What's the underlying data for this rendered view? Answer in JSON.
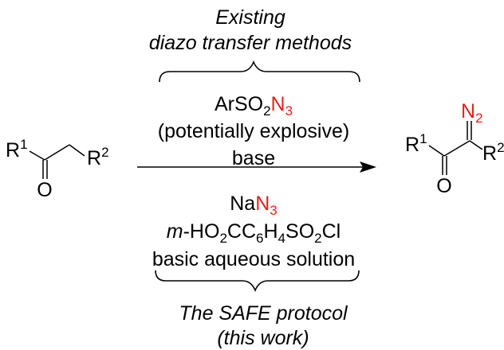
{
  "colors": {
    "ink": "#000000",
    "highlight": "#e8201c"
  },
  "top_label": {
    "line1": "Existing",
    "line2": "diazo transfer methods"
  },
  "existing_conditions": {
    "reagent": {
      "ar_so": "ArSO",
      "sub2": "2",
      "n": "N",
      "sub3": "3"
    },
    "note": "(potentially explosive)",
    "base": "base"
  },
  "safe_conditions": {
    "azide": {
      "na": "Na",
      "n": "N",
      "sub3": "3"
    },
    "sulfonyl": {
      "m": "m",
      "dash_ho": "-HO",
      "s2a": "2",
      "cc": "CC",
      "s6": "6",
      "h": "H",
      "s4": "4",
      "so": "SO",
      "s2b": "2",
      "cl": "Cl"
    },
    "solvent": "basic aqueous solution"
  },
  "bottom_label": {
    "line1": "The SAFE protocol",
    "line2": "(this work)"
  },
  "starting_material": {
    "r1": "R",
    "r1_sup": "1",
    "r2": "R",
    "r2_sup": "2",
    "o": "O"
  },
  "product": {
    "r1": "R",
    "r1_sup": "1",
    "r2": "R",
    "r2_sup": "2",
    "o": "O",
    "n2": {
      "n": "N",
      "sub": "2"
    }
  }
}
